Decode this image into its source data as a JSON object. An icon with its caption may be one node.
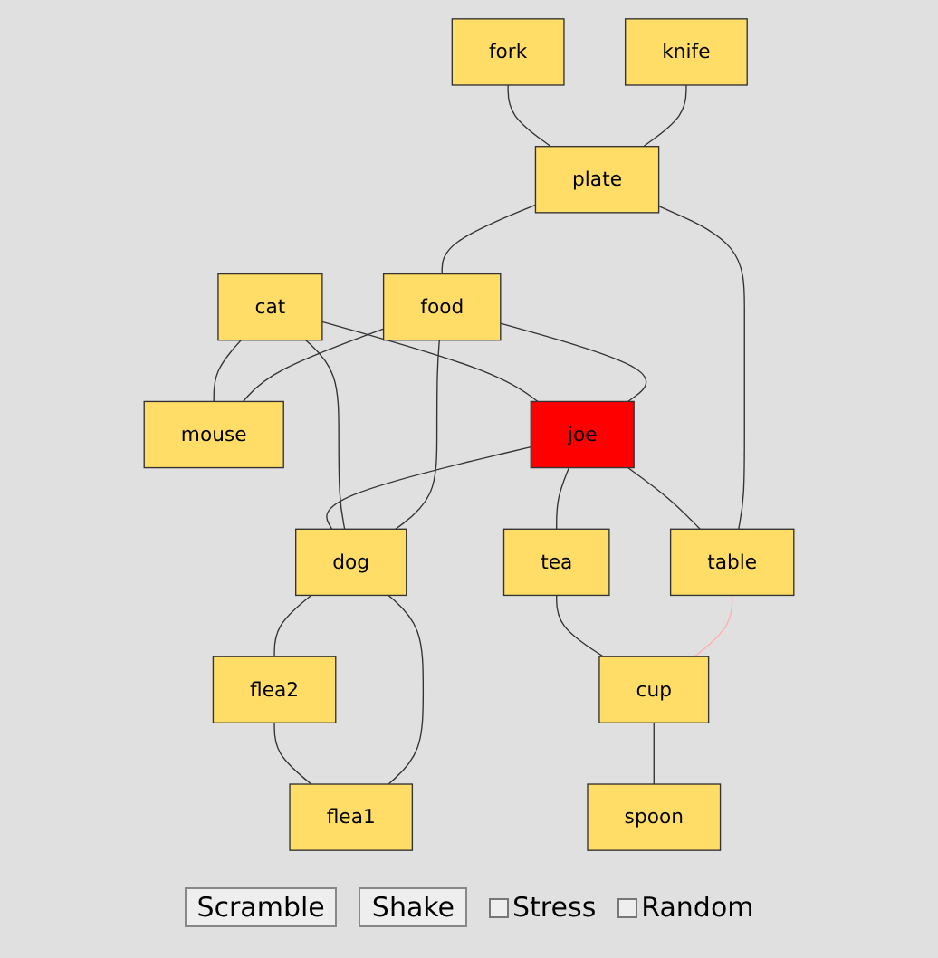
{
  "diagram": {
    "nodes": [
      {
        "text": [
          "fork"
        ]
      },
      {
        "text": [
          "knife"
        ]
      },
      {
        "text": [
          "plate"
        ]
      },
      {
        "text": [
          "mouse"
        ]
      },
      {
        "text": [
          "food"
        ]
      },
      {
        "text": [
          "cat"
        ]
      },
      {
        "text": [
          "table"
        ]
      },
      {
        "text": [
          "tea"
        ]
      },
      {
        "text": [
          "joe"
        ]
      },
      {
        "text": [
          "cup"
        ]
      },
      {
        "text": [
          "dog"
        ]
      },
      {
        "text": [
          "flea2"
        ]
      },
      {
        "text": [
          "spoon"
        ]
      },
      {
        "text": [
          "flea1"
        ]
      }
    ],
    "edges": [
      {
        "from": 1,
        "to": 2,
        "arrow": "none"
      },
      {
        "from": 0,
        "to": 2,
        "arrow": "none"
      },
      {
        "from": 2,
        "to": 4,
        "arrow": "none"
      },
      {
        "from": 2,
        "to": 6,
        "arrow": "none"
      },
      {
        "from": 6,
        "to": 9,
        "arrow": "none",
        "color": "#ffb0b0"
      },
      {
        "from": 4,
        "to": 3,
        "arrow": "none"
      },
      {
        "from": 5,
        "to": 3,
        "arrow": "none"
      },
      {
        "from": 4,
        "to": 8,
        "arrow": "none"
      },
      {
        "from": 4,
        "to": 10,
        "arrow": "none"
      },
      {
        "from": 5,
        "to": 8,
        "arrow": "none"
      },
      {
        "from": 5,
        "to": 10,
        "arrow": "none"
      },
      {
        "from": 8,
        "to": 6,
        "arrow": "none"
      },
      {
        "from": 8,
        "to": 7,
        "arrow": "none"
      },
      {
        "from": 8,
        "to": 10,
        "arrow": "none"
      },
      {
        "from": 7,
        "to": 9,
        "arrow": "none"
      },
      {
        "from": 9,
        "to": 12,
        "arrow": "none"
      },
      {
        "from": 10,
        "to": 11,
        "arrow": "none"
      },
      {
        "from": 10,
        "to": 13,
        "arrow": "none"
      },
      {
        "from": 11,
        "to": 13,
        "arrow": "none"
      }
    ],
    "labels": [
      "Scramble",
      "Shake",
      "Stress",
      "Random"
    ]
  }
}
